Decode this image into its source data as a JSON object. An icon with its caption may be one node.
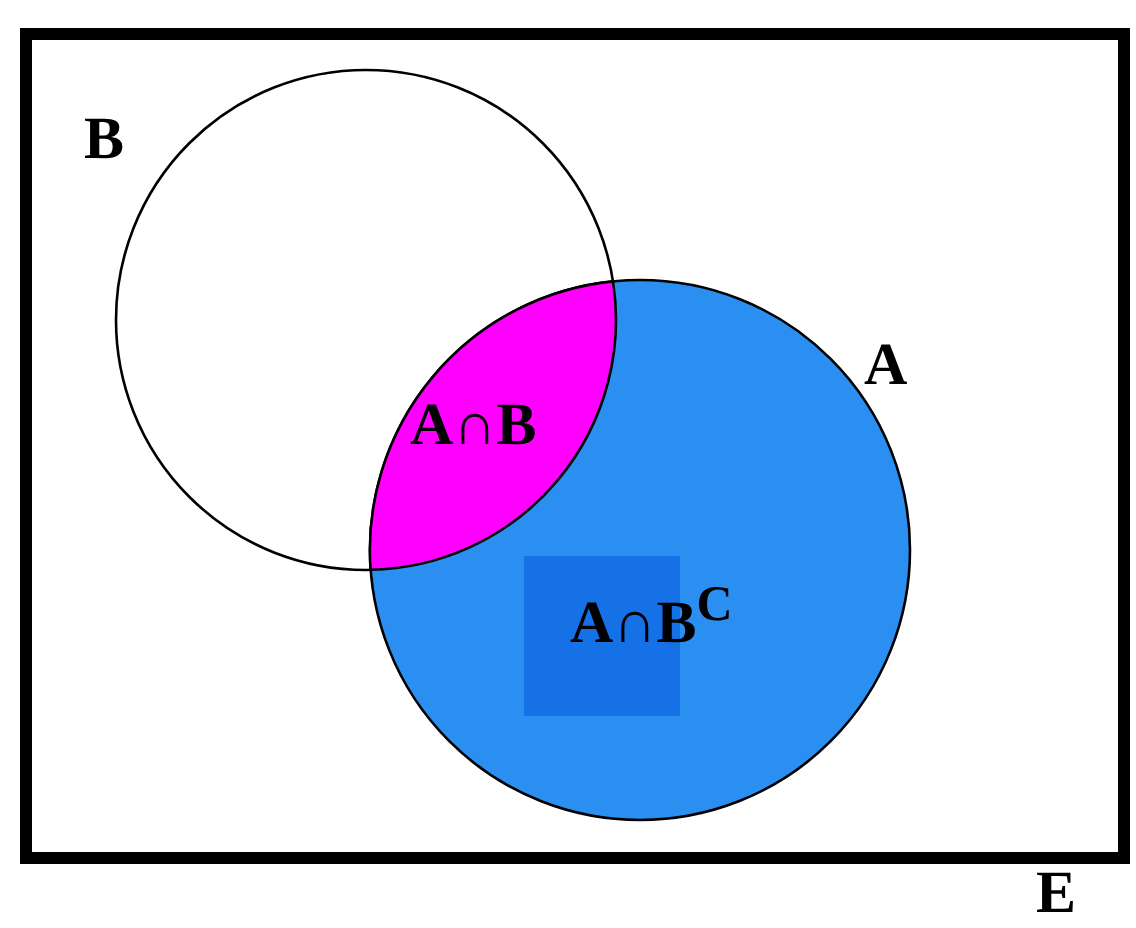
{
  "diagram": {
    "nodes": [
      {
        "text": [
          "E"
        ]
      },
      {
        "text": [
          "B"
        ],
        "in": 0
      },
      {
        "text": [
          "A"
        ],
        "in": 0
      },
      {
        "text": [
          "A∩B"
        ]
      },
      {
        "text": [
          "A∩B$^{C}$"
        ],
        "in": 2
      }
    ]
  }
}
